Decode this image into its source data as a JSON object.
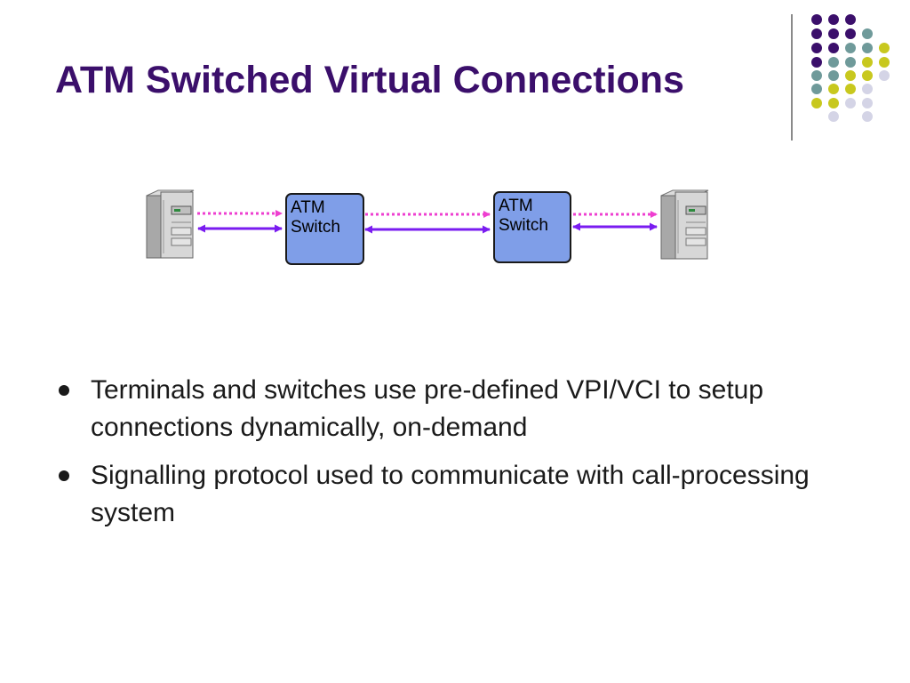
{
  "slide": {
    "title": "ATM Switched Virtual Connections",
    "diagram": {
      "switches": [
        {
          "line1": "ATM",
          "line2": "Switch"
        },
        {
          "line1": "ATM",
          "line2": "Switch"
        }
      ],
      "terminals": [
        "terminal-left",
        "terminal-right"
      ]
    },
    "bullets": [
      {
        "text": "Terminals and switches use pre-defined VPI/VCI to setup connections dynamically, on-demand"
      },
      {
        "text": "Signalling protocol used to communicate with call-processing system"
      }
    ]
  },
  "colors": {
    "title": "#3b0f6b",
    "dot_purple": "#3b0f6b",
    "dot_teal": "#6f9a9a",
    "dot_yellow": "#c8c81e",
    "dot_lavender": "#d4d4e6",
    "switch_fill": "#7f9ee8",
    "signal_arrow": "#ee3fd0",
    "data_arrow": "#7a1cf0"
  }
}
